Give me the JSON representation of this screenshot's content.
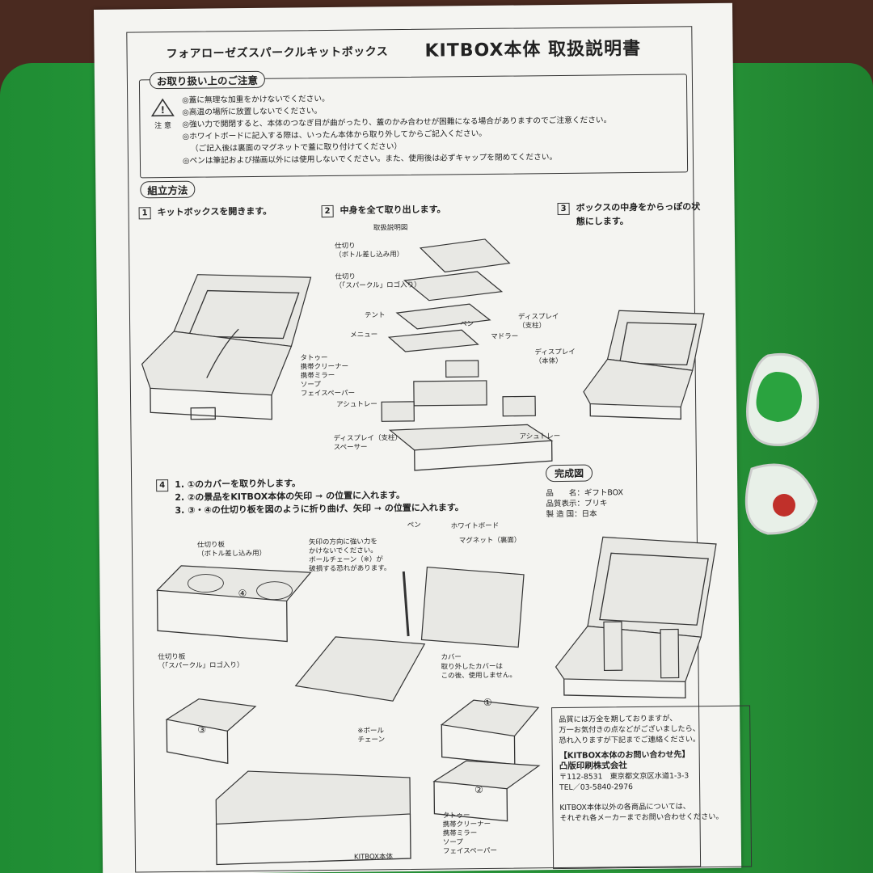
{
  "header": {
    "product": "フォアローゼズスパークルキットボックス",
    "title": "KITBOX本体 取扱説明書"
  },
  "caution": {
    "heading": "お取り扱い上のご注意",
    "icon_label": "注 意",
    "items": [
      "◎蓋に無理な加重をかけないでください。",
      "◎高温の場所に放置しないでください。",
      "◎強い力で開閉すると、本体のつなぎ目が曲がったり、蓋のかみ合わせが困難になる場合がありますのでご注意ください。",
      "◎ホワイトボードに記入する際は、いったん本体から取り外してからご記入ください。",
      "（ご記入後は裏面のマグネットで蓋に取り付けてください）",
      "◎ペンは筆記および描画以外には使用しないでください。また、使用後は必ずキャップを閉めてください。"
    ]
  },
  "assembly": {
    "heading": "組立方法",
    "steps": [
      {
        "num": "1",
        "text": "キットボックスを開きます。"
      },
      {
        "num": "2",
        "text": "中身を全て取り出します。"
      },
      {
        "num": "3",
        "text": "ボックスの中身をからっぽの状",
        "text2": "態にします。"
      }
    ],
    "step2_labels": {
      "manual": "取扱説明図",
      "divider_bottle": "仕切り\n（ボトル差し込み用）",
      "divider_logo": "仕切り\n（「スパークル」ロゴ入り）",
      "tent": "テント",
      "menu": "メニュー",
      "pen": "ペン",
      "muddler": "マドラー",
      "display_post": "ディスプレイ\n（支柱）",
      "display_body": "ディスプレイ\n（本体）",
      "items": "タトゥー\n携帯クリーナー\n携帯ミラー\nソープ\nフェイスペーパー",
      "ashtray_l": "アシュトレー",
      "ashtray_r": "アシュトレー",
      "spacer": "ディスプレイ（支柱）\nスペーサー"
    },
    "step4": {
      "num": "4",
      "lines": [
        "1. ①のカバーを取り外します。",
        "2. ②の景品をKITBOX本体の矢印 ➞ の位置に入れます。",
        "3. ③・④の仕切り板を図のように折り曲げ、矢印 ➞ の位置に入れます。"
      ],
      "labels": {
        "divider_bottle": "仕切り板\n（ボトル差し込み用）",
        "warning": "矢印の方向に強い力を\nかけないでください。\nボールチェーン（※）が\n破損する恐れがあります。",
        "pen": "ペン",
        "whiteboard": "ホワイトボード",
        "magnet": "マグネット（裏面）",
        "divider_logo": "仕切り板\n（「スパークル」ロゴ入り）",
        "cover": "カバー",
        "cover_note": "取り外したカバーは\nこの後、使用しません。",
        "chain": "※ボール\nチェーン",
        "items": "タトゥー\n携帯クリーナー\n携帯ミラー\nソープ\nフェイスペーパー",
        "body": "KITBOX本体",
        "circ1": "①",
        "circ2": "②",
        "circ3": "③",
        "circ4": "④"
      }
    }
  },
  "completed": {
    "heading": "完成図",
    "spec": [
      "品　　名：ギフトBOX",
      "品質表示：ブリキ",
      "製 造 国：日本"
    ],
    "contact": {
      "note": "品質には万全を期しておりますが、\n万一お気付きの点などがございましたら、\n恐れ入りますが下記までご連絡ください。",
      "title": "【KITBOX本体のお問い合わせ先】",
      "company": "凸版印刷株式会社",
      "address": "〒112-8531　東京都文京区水道1-3-3",
      "tel": "TEL／03-5840-2976",
      "footer": "KITBOX本体以外の各商品については、\nそれぞれ各メーカーまでお問い合わせください。"
    }
  },
  "colors": {
    "box_green": "#2aa33f",
    "paper": "#f4f4f1",
    "ink": "#222222"
  }
}
